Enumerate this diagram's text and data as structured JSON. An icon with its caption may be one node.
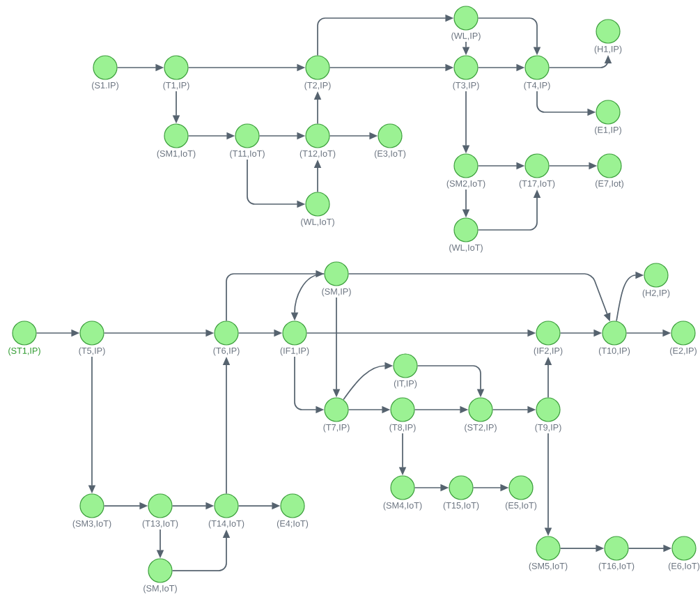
{
  "diagram": {
    "nodes": [
      {
        "text": [
          "(S1.IP)"
        ]
      },
      {
        "text": [
          "(T1,IP)"
        ]
      },
      {
        "text": [
          "(T2,IP)"
        ]
      },
      {
        "text": [
          "(WL,IP)"
        ]
      },
      {
        "text": [
          "(T3,IP)"
        ]
      },
      {
        "text": [
          "(T4,IP)"
        ]
      },
      {
        "text": [
          "(H1,IP)"
        ]
      },
      {
        "text": [
          "(SM1,IoT)"
        ]
      },
      {
        "text": [
          "(T11,IoT)"
        ]
      },
      {
        "text": [
          "(T12,IoT)"
        ]
      },
      {
        "text": [
          "(E3,IoT)"
        ]
      },
      {
        "text": [
          "(E1,IP)"
        ]
      },
      {
        "text": [
          "(WL,IoT)"
        ]
      },
      {
        "text": [
          "(SM2,IoT)"
        ]
      },
      {
        "text": [
          "(T17,IoT)"
        ]
      },
      {
        "text": [
          "(E7,Iot)"
        ]
      },
      {
        "text": [
          "(WL,IoT)"
        ]
      },
      {
        "text": [
          "(SM,IP)"
        ]
      },
      {
        "text": [
          "(H2,IP)"
        ]
      },
      {
        "text": [
          "(ST1,IP)"
        ]
      },
      {
        "text": [
          "(T5,IP)"
        ]
      },
      {
        "text": [
          "(T6,IP)"
        ]
      },
      {
        "text": [
          "(IF1,IP)"
        ]
      },
      {
        "text": [
          "(IF2,IP)"
        ]
      },
      {
        "text": [
          "(T10,IP)"
        ]
      },
      {
        "text": [
          "(E2,IP)"
        ]
      },
      {
        "text": [
          "(IT,IP)"
        ]
      },
      {
        "text": [
          "(T7,IP)"
        ]
      },
      {
        "text": [
          "(T8,IP)"
        ]
      },
      {
        "text": [
          "(ST2,IP)"
        ]
      },
      {
        "text": [
          "(T9,IP)"
        ]
      },
      {
        "text": [
          "(SM4,IoT)"
        ]
      },
      {
        "text": [
          "(T15,IoT)"
        ]
      },
      {
        "text": [
          "(E5,IoT)"
        ]
      },
      {
        "text": [
          "(SM3,IoT)"
        ]
      },
      {
        "text": [
          "(T13,IoT)"
        ]
      },
      {
        "text": [
          "(T14,IoT)"
        ]
      },
      {
        "text": [
          "(E4;IoT)"
        ]
      },
      {
        "text": [
          "(SM,IoT)"
        ]
      },
      {
        "text": [
          "(SM5,IoT)"
        ]
      },
      {
        "text": [
          "(T16,IoT)"
        ]
      },
      {
        "text": [
          "(E6,IoT)"
        ]
      }
    ],
    "edges": [
      {
        "from": 0,
        "to": 1,
        "arrow": "to"
      },
      {
        "from": 1,
        "to": 2,
        "arrow": "to"
      },
      {
        "from": 1,
        "to": 7,
        "arrow": "to"
      },
      {
        "from": 2,
        "to": 3,
        "arrow": "to"
      },
      {
        "from": 2,
        "to": 4,
        "arrow": "to"
      },
      {
        "from": 3,
        "to": 4,
        "arrow": "to"
      },
      {
        "from": 3,
        "to": 5,
        "arrow": "to"
      },
      {
        "from": 4,
        "to": 5,
        "arrow": "to"
      },
      {
        "from": 5,
        "to": 6,
        "arrow": "to"
      },
      {
        "from": 5,
        "to": 11,
        "arrow": "to"
      },
      {
        "from": 7,
        "to": 8,
        "arrow": "to"
      },
      {
        "from": 8,
        "to": 9,
        "arrow": "to"
      },
      {
        "from": 8,
        "to": 12,
        "arrow": "to"
      },
      {
        "from": 9,
        "to": 10,
        "arrow": "to"
      },
      {
        "from": 12,
        "to": 9,
        "arrow": "to"
      },
      {
        "from": 9,
        "to": 2,
        "arrow": "to"
      },
      {
        "from": 4,
        "to": 13,
        "arrow": "to"
      },
      {
        "from": 13,
        "to": 14,
        "arrow": "to"
      },
      {
        "from": 14,
        "to": 15,
        "arrow": "to"
      },
      {
        "from": 13,
        "to": 16,
        "arrow": "to"
      },
      {
        "from": 16,
        "to": 14,
        "arrow": "to"
      },
      {
        "from": 19,
        "to": 20,
        "arrow": "to"
      },
      {
        "from": 20,
        "to": 21,
        "arrow": "to"
      },
      {
        "from": 20,
        "to": 34,
        "arrow": "to"
      },
      {
        "from": 21,
        "to": 22,
        "arrow": "to"
      },
      {
        "from": 21,
        "to": 17,
        "arrow": "to"
      },
      {
        "from": 17,
        "to": 22,
        "arrow": "to"
      },
      {
        "from": 17,
        "to": 24,
        "arrow": "to"
      },
      {
        "from": 17,
        "to": 27,
        "arrow": "to"
      },
      {
        "from": 22,
        "to": 23,
        "arrow": "to"
      },
      {
        "from": 22,
        "to": 27,
        "arrow": "to"
      },
      {
        "from": 23,
        "to": 24,
        "arrow": "to"
      },
      {
        "from": 24,
        "to": 25,
        "arrow": "to"
      },
      {
        "from": 24,
        "to": 18,
        "arrow": "to"
      },
      {
        "from": 27,
        "to": 26,
        "arrow": "to"
      },
      {
        "from": 26,
        "to": 29,
        "arrow": "to"
      },
      {
        "from": 27,
        "to": 28,
        "arrow": "to"
      },
      {
        "from": 28,
        "to": 29,
        "arrow": "to"
      },
      {
        "from": 29,
        "to": 30,
        "arrow": "to"
      },
      {
        "from": 30,
        "to": 23,
        "arrow": "to"
      },
      {
        "from": 28,
        "to": 31,
        "arrow": "to"
      },
      {
        "from": 31,
        "to": 32,
        "arrow": "to"
      },
      {
        "from": 32,
        "to": 33,
        "arrow": "to"
      },
      {
        "from": 30,
        "to": 39,
        "arrow": "to"
      },
      {
        "from": 39,
        "to": 40,
        "arrow": "to"
      },
      {
        "from": 40,
        "to": 41,
        "arrow": "to"
      },
      {
        "from": 34,
        "to": 35,
        "arrow": "to"
      },
      {
        "from": 35,
        "to": 36,
        "arrow": "to"
      },
      {
        "from": 35,
        "to": 38,
        "arrow": "to"
      },
      {
        "from": 38,
        "to": 36,
        "arrow": "to"
      },
      {
        "from": 36,
        "to": 21,
        "arrow": "to"
      },
      {
        "from": 36,
        "to": 37,
        "arrow": "to"
      }
    ]
  }
}
